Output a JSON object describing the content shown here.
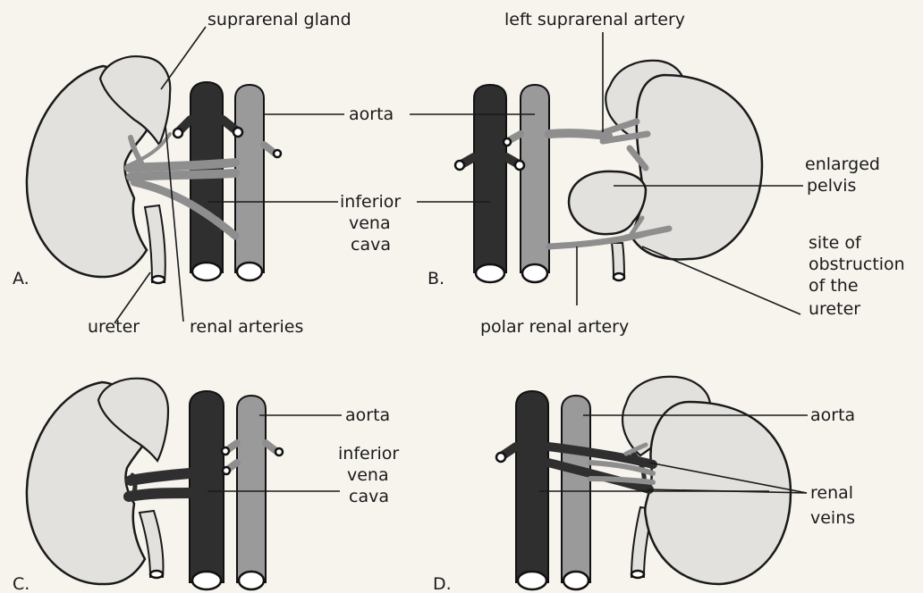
{
  "panels": {
    "a": {
      "letter": "A.",
      "labels": {
        "suprarenal_gland": "suprarenal gland",
        "aorta": "aorta",
        "inferior": "inferior",
        "vena": "vena",
        "cava": "cava",
        "ureter": "ureter",
        "renal_arteries": "renal arteries"
      }
    },
    "b": {
      "letter": "B.",
      "labels": {
        "left_suprarenal_artery": "left suprarenal artery",
        "enlarged": "enlarged",
        "pelvis": "pelvis",
        "site_of": "site of",
        "obstruction": "obstruction",
        "of_the": "of the",
        "ureter": "ureter",
        "polar_renal_artery": "polar renal artery"
      }
    },
    "c": {
      "letter": "C.",
      "labels": {
        "aorta": "aorta",
        "inferior": "inferior",
        "vena": "vena",
        "cava": "cava"
      }
    },
    "d": {
      "letter": "D.",
      "labels": {
        "aorta": "aorta",
        "renal": "renal",
        "veins": "veins"
      }
    }
  },
  "colors": {
    "background": "#f7f4ee",
    "kidney": "#e2e1de",
    "inferior_vena_cava": "#2f2f2f",
    "aorta": "#9a9a9a",
    "line": "#1a1a1a"
  }
}
